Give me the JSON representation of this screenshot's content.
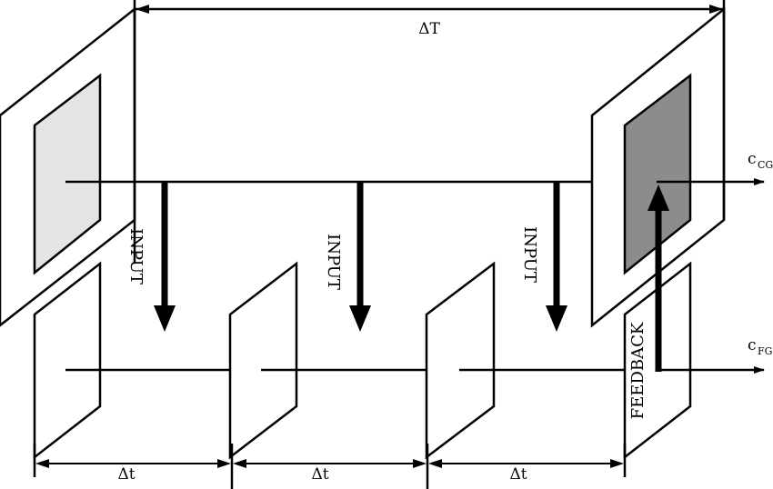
{
  "labels": {
    "delta_T": "ΔT",
    "delta_t": "Δt",
    "input": "INPUT",
    "feedback": "FEEDBACK",
    "c_top_main": "c",
    "c_top_sub": "CG",
    "c_bottom_main": "c",
    "c_bottom_sub": "FG"
  },
  "colors": {
    "left_fine_plane_fill": "#e4e4e4",
    "right_coarse_plane_fill": "#8c8c8c",
    "stroke": "#000000"
  }
}
